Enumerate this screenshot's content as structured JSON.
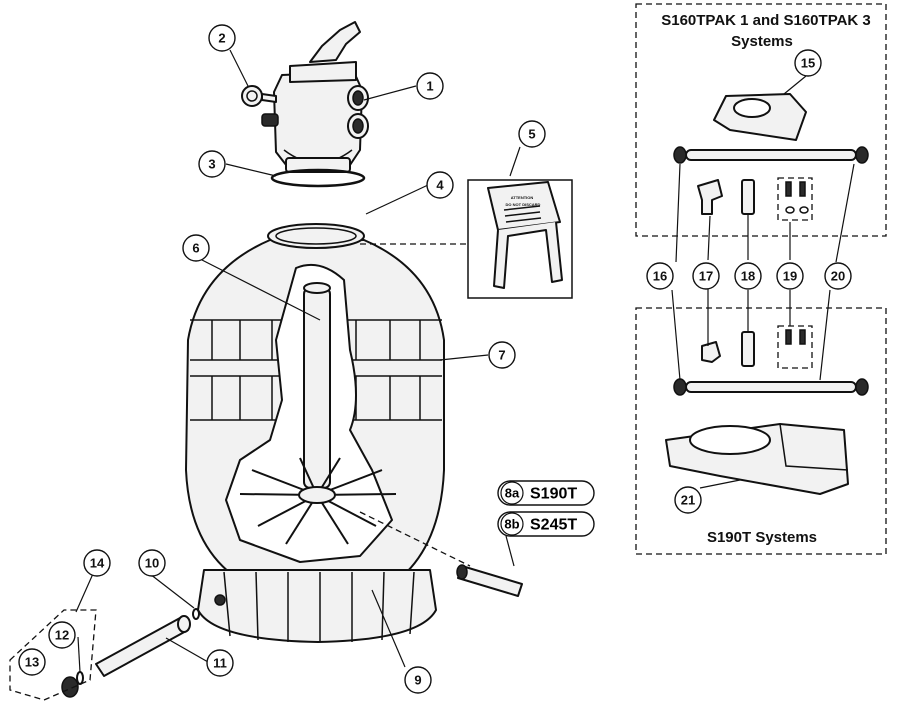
{
  "callouts": {
    "c1": "1",
    "c2": "2",
    "c3": "3",
    "c4": "4",
    "c5": "5",
    "c6": "6",
    "c7": "7",
    "c9": "9",
    "c10": "10",
    "c11": "11",
    "c12": "12",
    "c13": "13",
    "c14": "14",
    "c15": "15",
    "c16": "16",
    "c17": "17",
    "c18": "18",
    "c19": "19",
    "c20": "20",
    "c21": "21"
  },
  "variants": {
    "v8a": {
      "num": "8a",
      "label": "S190T"
    },
    "v8b": {
      "num": "8b",
      "label": "S245T"
    }
  },
  "panels": {
    "top_title_line1": "S160TPAK 1 and S160TPAK 3",
    "top_title_line2": "Systems",
    "bottom_title": "S190T Systems"
  },
  "warning_label": {
    "line1": "ATTENTION",
    "line2": "DO NOT DISCARD"
  }
}
